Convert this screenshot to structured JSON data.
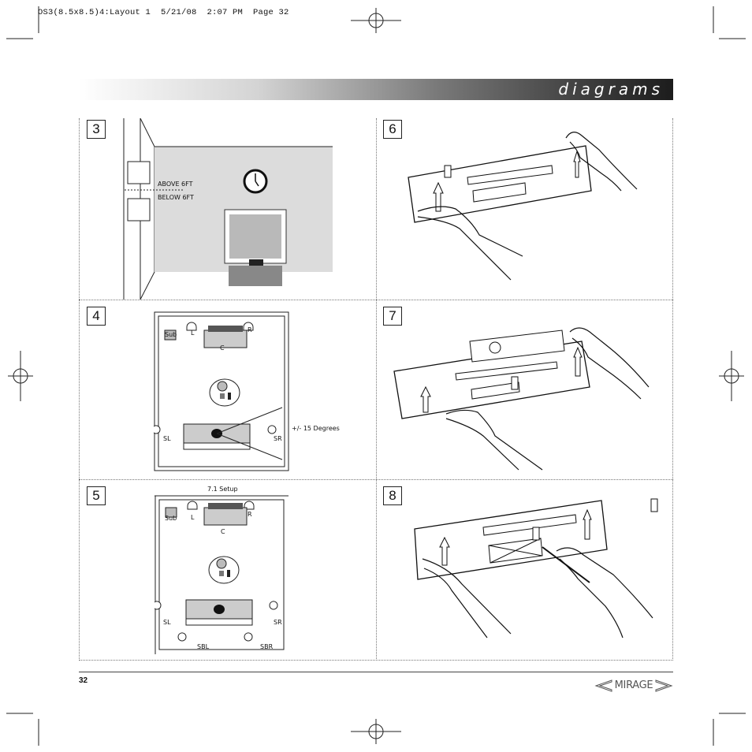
{
  "slug": "OS3(8.5x8.5)4:Layout 1  5/21/08  2:07 PM  Page 32",
  "header": {
    "title": "diagrams"
  },
  "panels": [
    {
      "number": "3",
      "labels": {
        "above": "ABOVE 6FT",
        "below": "BELOW 6FT"
      }
    },
    {
      "number": "6"
    },
    {
      "number": "4",
      "labels": {
        "sub": "Sub",
        "l": "L",
        "r": "R",
        "c": "C",
        "sl": "SL",
        "sr": "SR",
        "angle": "+/- 15 Degrees"
      }
    },
    {
      "number": "7"
    },
    {
      "number": "5",
      "labels": {
        "title": "7.1 Setup",
        "sub": "Sub",
        "l": "L",
        "r": "R",
        "c": "C",
        "sl": "SL",
        "sr": "SR",
        "sbl": "SBL",
        "sbr": "SBR"
      }
    },
    {
      "number": "8"
    }
  ],
  "footer": {
    "page_number": "32",
    "brand": "MIRAGE"
  }
}
